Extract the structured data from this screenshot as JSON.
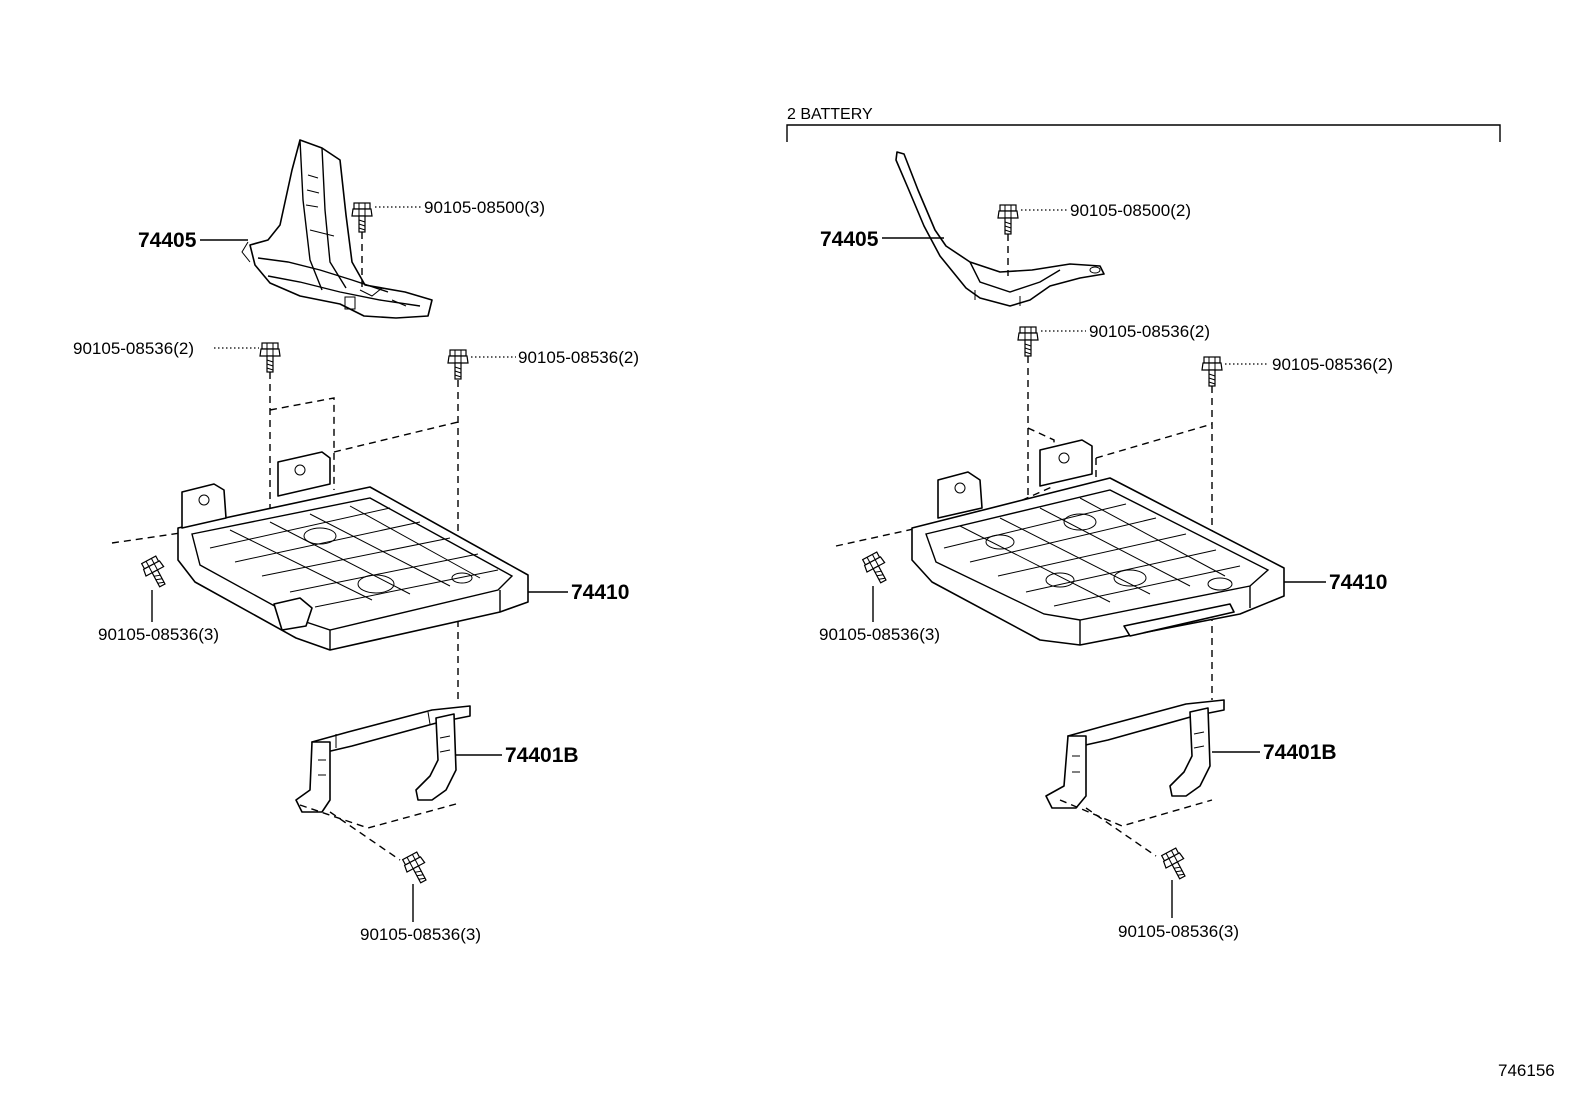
{
  "group_label": "2 BATTERY",
  "figure_id": "746156",
  "left": {
    "bracket_part": "74405",
    "bolt_top": "90105-08500(3)",
    "bolt_tray_left": "90105-08536(2)",
    "bolt_tray_right": "90105-08536(2)",
    "bolt_tray_side": "90105-08536(3)",
    "tray_part": "74410",
    "support_part": "74401B",
    "bolt_bottom": "90105-08536(3)"
  },
  "right": {
    "bracket_part": "74405",
    "bolt_top": "90105-08500(2)",
    "bolt_tray_left": "90105-08536(2)",
    "bolt_tray_right": "90105-08536(2)",
    "bolt_tray_side": "90105-08536(3)",
    "tray_part": "74410",
    "support_part": "74401B",
    "bolt_bottom": "90105-08536(3)"
  }
}
